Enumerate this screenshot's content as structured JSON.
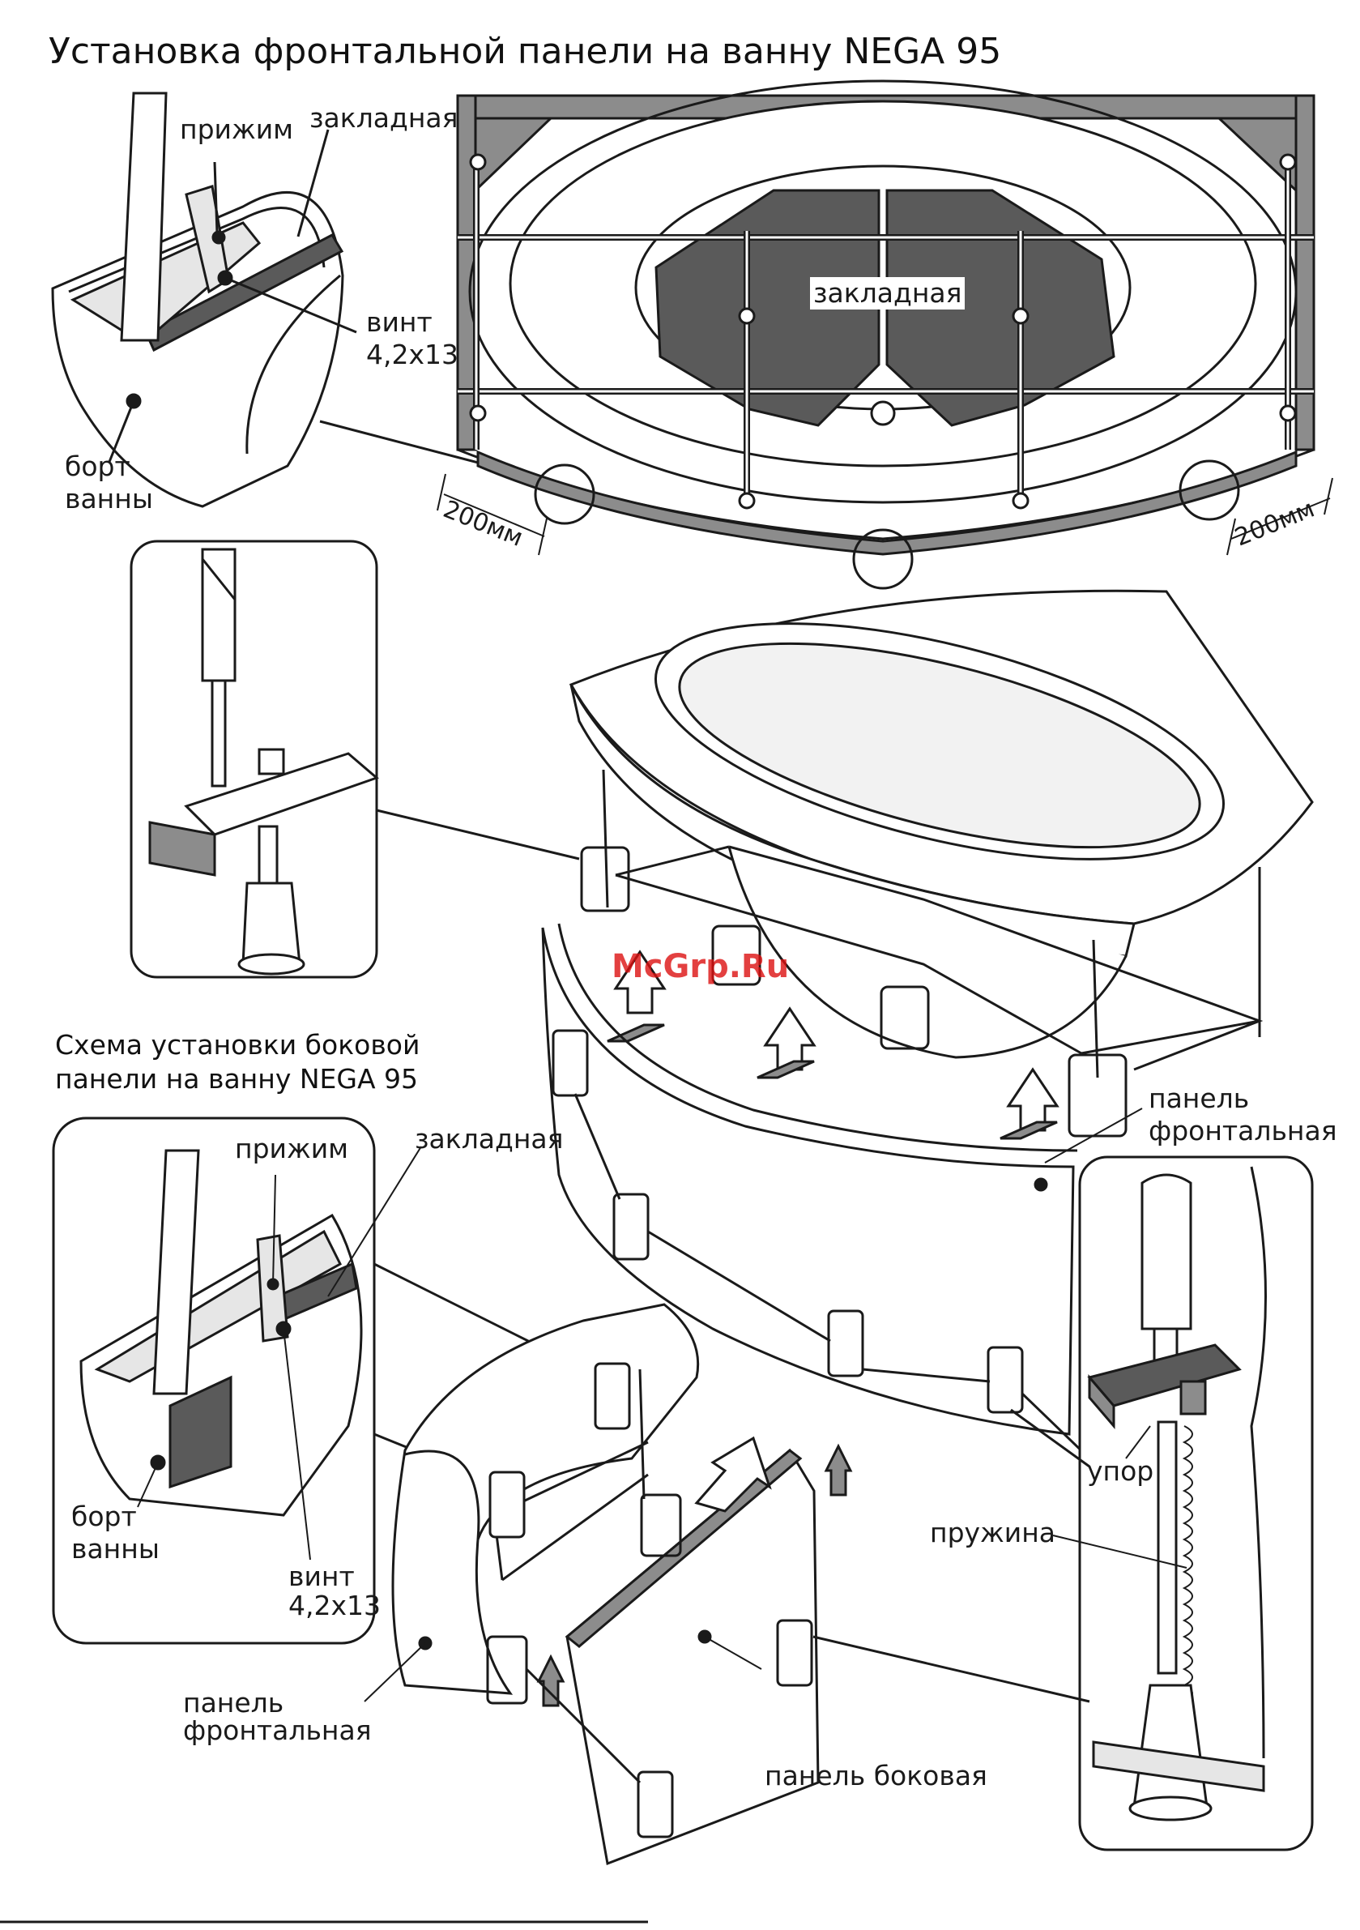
{
  "title": "Установка фронтальной панели на ванну NEGA 95",
  "subtitle_line1": "Схема установки боковой",
  "subtitle_line2": "панели на ванну NEGA 95",
  "watermark": "McGrp.Ru",
  "top_detail": {
    "clamp": "прижим",
    "embed": "закладная",
    "screw_line1": "винт",
    "screw_line2": "4,2x13",
    "rim_line1": "борт",
    "rim_line2": "ванны"
  },
  "top_view": {
    "embed_center": "закладная",
    "dim_left": "200мм",
    "dim_right": "200мм"
  },
  "main": {
    "front_panel_line1": "панель",
    "front_panel_line2": "фронтальная"
  },
  "bottom_left_detail": {
    "clamp": "прижим",
    "embed": "закладная",
    "rim_line1": "борт",
    "rim_line2": "ванны",
    "screw_line1": "винт",
    "screw_line2": "4,2x13"
  },
  "bottom": {
    "front_panel_line1": "панель",
    "front_panel_line2": "фронтальная",
    "side_panel": "панель боковая"
  },
  "right_detail": {
    "stop": "упор",
    "spring": "пружина"
  },
  "colors": {
    "line": "#1a1a1a",
    "dark_fill": "#5a5a5a",
    "mid_fill": "#8c8c8c",
    "light_fill": "#e6e6e6",
    "watermark": "#d11111"
  }
}
